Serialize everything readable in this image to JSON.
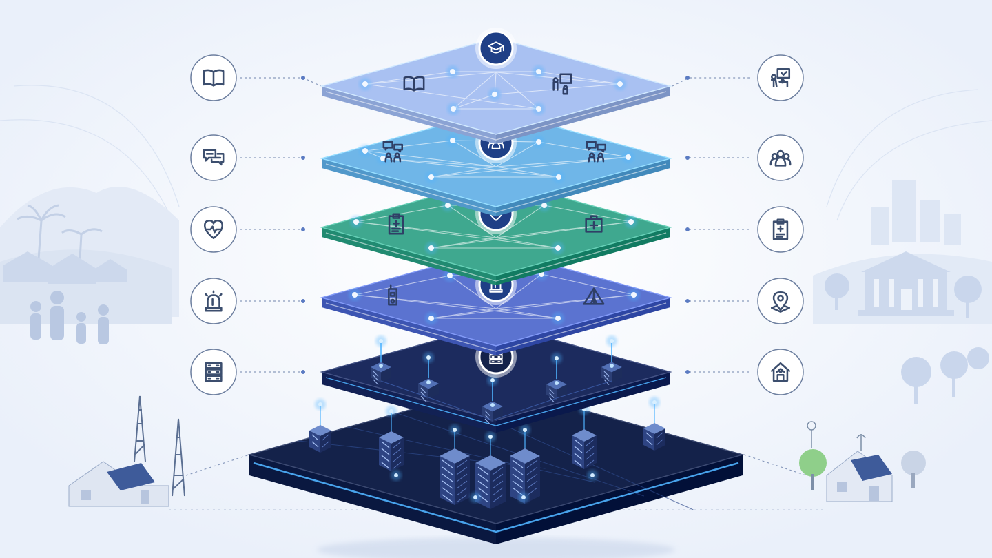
{
  "palette": {
    "background": "#f4f7fc",
    "education": "#a9c1f2",
    "community": "#6fb6e8",
    "health": "#3fa88f",
    "emergency": "#5b73d0",
    "data_infra": "#1c2b5e",
    "foundation": "#14224a",
    "glow": "#4fb3ff",
    "icon_stroke": "#3c4e6e",
    "connector": "#8a9bbd"
  },
  "layers": [
    {
      "id": "education",
      "hub_icon": "graduation-cap-icon",
      "left_icon": "book-icon",
      "right_icon": "classroom-teacher-icon",
      "surface_icons": [
        "open-book-icon",
        "teacher-students-icon"
      ]
    },
    {
      "id": "community",
      "hub_icon": "people-group-icon",
      "left_icon": "chat-bubbles-icon",
      "right_icon": "community-group-icon",
      "surface_icons": [
        "chat-people-icon",
        "group-chat-icon"
      ]
    },
    {
      "id": "health",
      "hub_icon": "heart-pulse-icon",
      "left_icon": "heart-pulse-icon",
      "right_icon": "medical-clipboard-icon",
      "surface_icons": [
        "clipboard-icon",
        "medical-kit-icon"
      ]
    },
    {
      "id": "emergency",
      "hub_icon": "siren-icon",
      "left_icon": "siren-icon",
      "right_icon": "map-pin-icon",
      "surface_icons": [
        "walkie-talkie-icon",
        "tent-icon"
      ]
    },
    {
      "id": "data_infra",
      "hub_icon": "server-stack-icon",
      "left_icon": "server-stack-icon",
      "right_icon": "home-network-icon",
      "surface_icons": [
        "server-node-icon"
      ]
    }
  ]
}
